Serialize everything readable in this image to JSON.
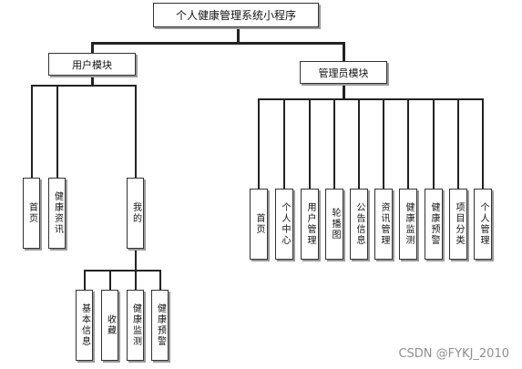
{
  "title": "个人健康管理系统小程序",
  "user_module": {
    "label": "用户模块",
    "children": [
      "首页",
      "健康资讯",
      "我的"
    ],
    "mine_children": [
      "基本信息",
      "收藏",
      "健康监测",
      "健康预警"
    ]
  },
  "admin_module": {
    "label": "管理员模块",
    "children": [
      "首页",
      "个人中心",
      "用户管理",
      "轮播图",
      "公告信息",
      "资讯管理",
      "健康监测",
      "健康预警",
      "项目分类",
      "个人管理"
    ]
  },
  "watermark": "CSDN @FYKJ_2010",
  "colors": {
    "line": "#222222",
    "border": "#333333",
    "shadow": "#9a9a9a",
    "watermark": "#8f8f8f"
  }
}
